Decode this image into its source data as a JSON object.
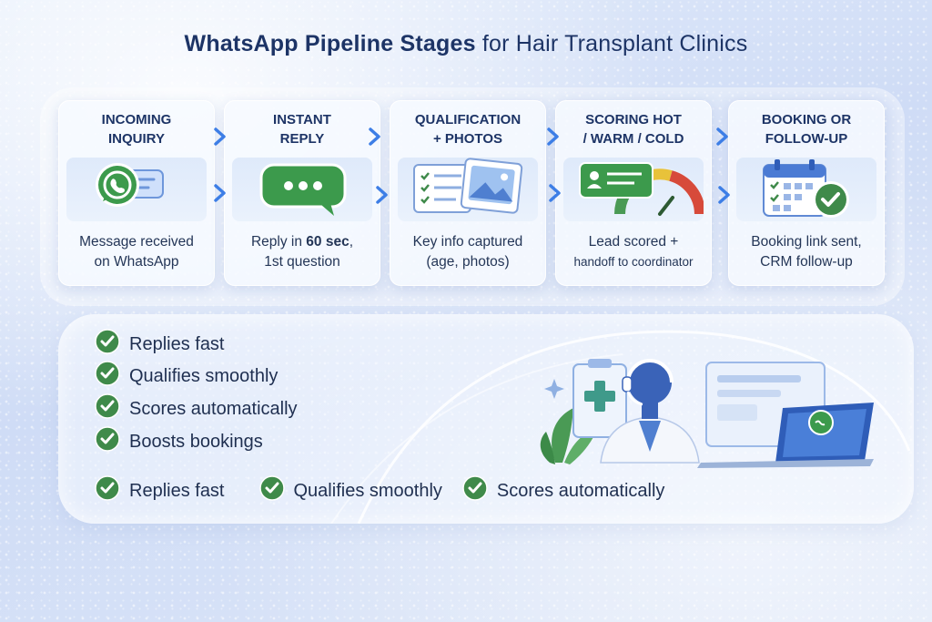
{
  "title": {
    "bold": "WhatsApp Pipeline Stages",
    "rest": " for Hair Transplant Clinics"
  },
  "stages": [
    {
      "title_line1": "INCOMING",
      "title_line2": "INQUIRY",
      "icon": "whatsapp-chat-icon",
      "desc_line1": "Message received",
      "desc_line2": "on WhatsApp"
    },
    {
      "title_line1": "INSTANT",
      "title_line2": "REPLY",
      "icon": "chat-bubble-icon",
      "desc_pre": "Reply in ",
      "desc_strong": "60 sec",
      "desc_post": ",",
      "desc_line2": "1st question"
    },
    {
      "title_line1": "QUALIFICATION",
      "title_line2": "+ PHOTOS",
      "icon": "checklist-photo-icon",
      "desc_line1": "Key info captured",
      "desc_line2": "(age, photos)"
    },
    {
      "title_line1": "SCORING HOT",
      "title_line2": "/ WARM / COLD",
      "icon": "lead-gauge-icon",
      "desc_line1": "Lead scored  +",
      "desc_line2": "handoff to coordinator"
    },
    {
      "title_line1": "BOOKING OR",
      "title_line2": "FOLLOW-UP",
      "icon": "calendar-check-icon",
      "desc_line1": "Booking link sent,",
      "desc_line2": "CRM follow-up"
    }
  ],
  "benefits": [
    "Replies fast",
    "Qualifies smoothly",
    "Scores automatically",
    "Boosts bookings"
  ],
  "bottom_benefits": [
    "Replies fast",
    "Qualifies smoothly",
    "Scores automatically"
  ],
  "colors": {
    "accent_blue": "#3d7ee6",
    "check_green": "#3f8a4a",
    "title_navy": "#1d3466",
    "whatsapp_green": "#3c9a4c"
  }
}
